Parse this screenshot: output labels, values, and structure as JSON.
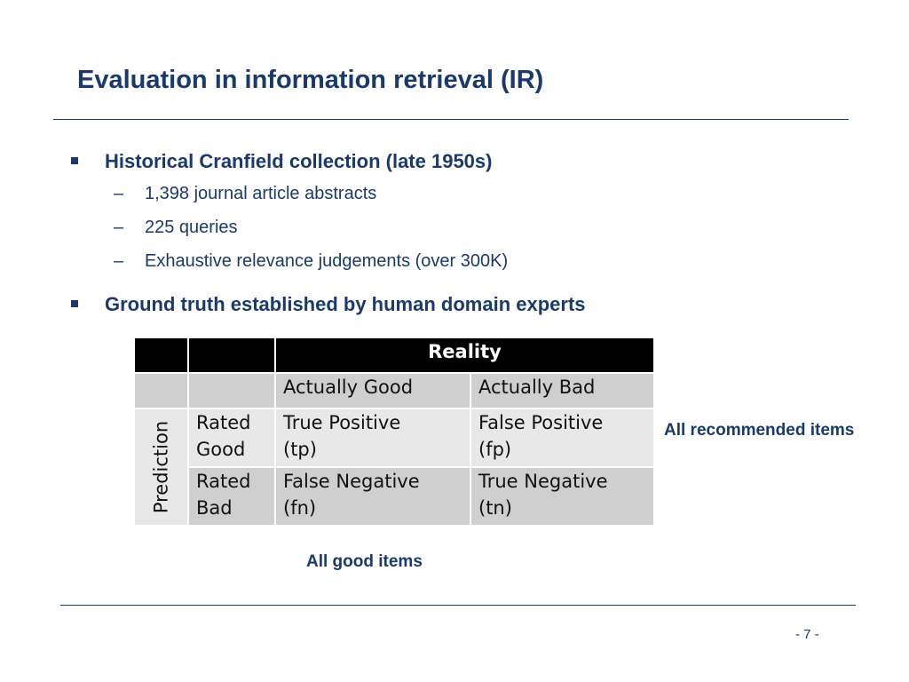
{
  "slide": {
    "title": "Evaluation in information retrieval (IR)",
    "bullets": [
      {
        "text": "Historical Cranfield collection (late 1950s)",
        "subitems": [
          {
            "dash": "–",
            "text": "1,398 journal article abstracts"
          },
          {
            "dash": "–",
            "text": "225 queries"
          },
          {
            "dash": "–",
            "text": "Exhaustive relevance judgements (over 300K)"
          }
        ]
      },
      {
        "text": "Ground truth established by human domain experts",
        "subitems": []
      }
    ],
    "page_number": "- 7 -"
  },
  "matrix": {
    "header": "Reality",
    "axis_label": "Prediction",
    "columns": [
      "Actually Good",
      "Actually Bad"
    ],
    "rows": [
      {
        "label_line1": "Rated",
        "label_line2": "Good",
        "cells": [
          {
            "line1": "True Positive",
            "line2": "(tp)"
          },
          {
            "line1": "False Positive",
            "line2": "(fp)"
          }
        ]
      },
      {
        "label_line1": "Rated",
        "label_line2": "Bad",
        "cells": [
          {
            "line1": "False Negative",
            "line2": "(fn)"
          },
          {
            "line1": "True Negative",
            "line2": "(tn)"
          }
        ]
      }
    ]
  },
  "annotations": {
    "recommended": "All recommended items",
    "good": "All good items"
  },
  "colors": {
    "accent": "#1a3a6b",
    "header_bg": "#000000",
    "cell_light": "#e8e8e8",
    "cell_dark": "#cfcfcf"
  }
}
